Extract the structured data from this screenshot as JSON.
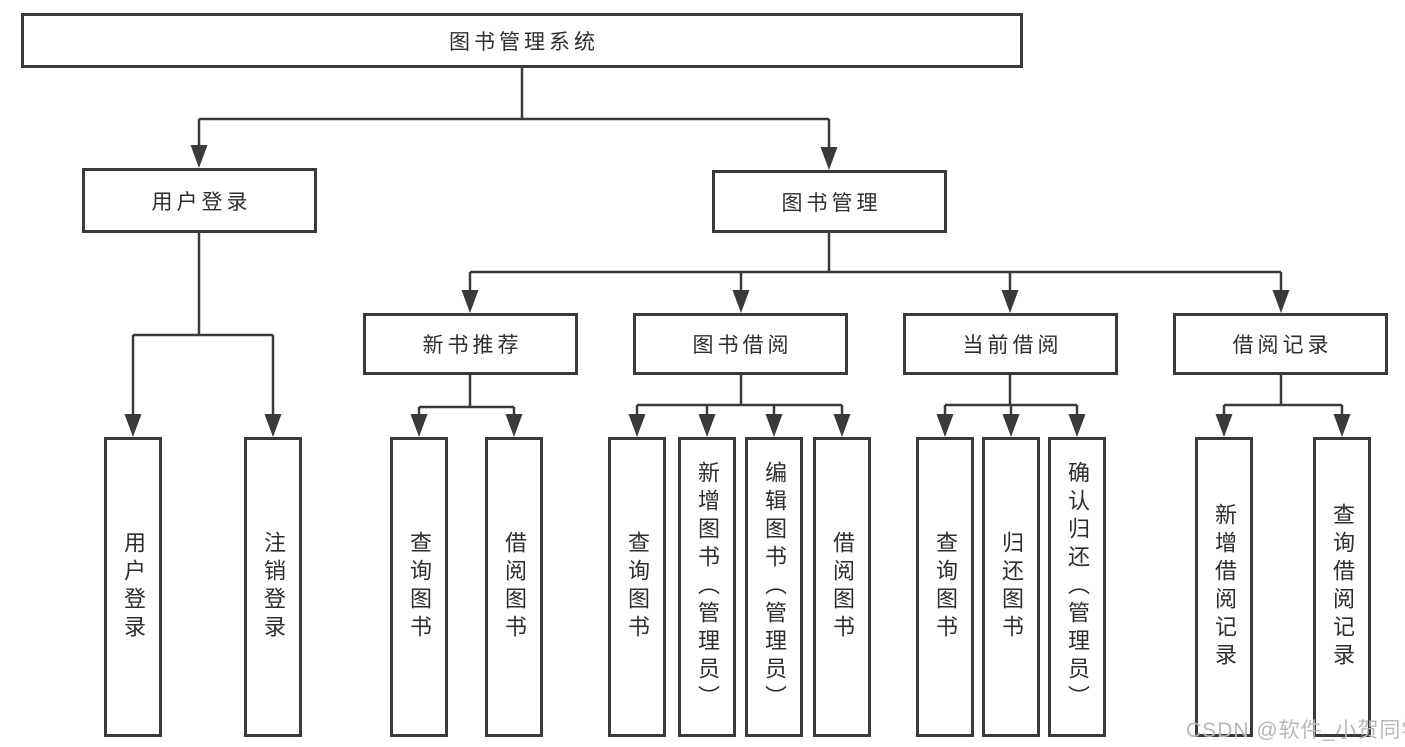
{
  "diagram": {
    "title": "图书管理系统",
    "nodes": {
      "root": "图书管理系统",
      "level2": [
        "用户登录",
        "图书管理"
      ],
      "level3": [
        "新书推荐",
        "图书借阅",
        "当前借阅",
        "借阅记录"
      ],
      "leaves_user_login": [
        "用户登录",
        "注销登录"
      ],
      "leaves_new_book": [
        "查询图书",
        "借阅图书"
      ],
      "leaves_book_borrow": [
        "查询图书",
        "新增图书（管理员）",
        "编辑图书（管理员）",
        "借阅图书"
      ],
      "leaves_current_borrow": [
        "查询图书",
        "归还图书",
        "确认归还（管理员）"
      ],
      "leaves_borrow_record": [
        "新增借阅记录",
        "查询借阅记录"
      ]
    },
    "watermark": "CSDN @软件_小贺同学",
    "colors": {
      "line": "#3a3a3a",
      "text": "#2e2e2e",
      "box_background": "#ffffff",
      "page_background": "#ffffff",
      "watermark": "#b8b8b8"
    }
  }
}
